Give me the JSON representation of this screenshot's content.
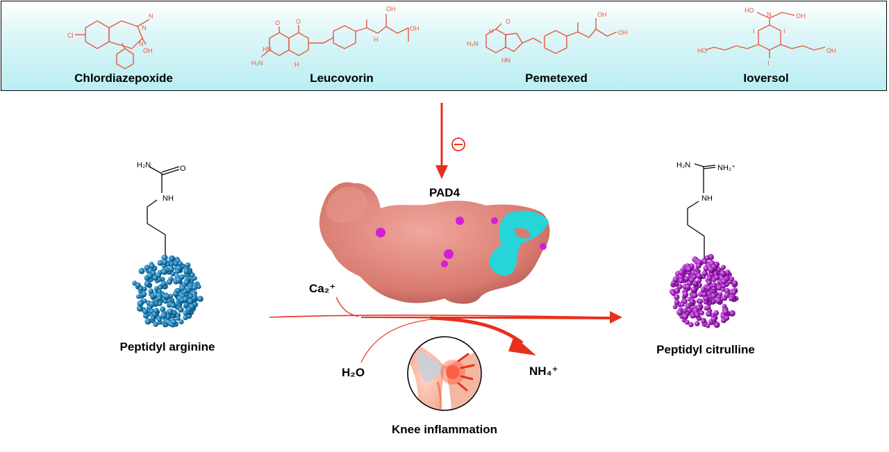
{
  "drugs": [
    {
      "name": "Chlordiazepoxide"
    },
    {
      "name": "Leucovorin"
    },
    {
      "name": "Pemetexed"
    },
    {
      "name": "Ioversol"
    }
  ],
  "enzyme": {
    "label": "PAD4",
    "inhibition_symbol": "⊖"
  },
  "substrate": {
    "label": "Peptidyl arginine",
    "color": "#1a7fb5",
    "groups": {
      "h2n": "H₂N",
      "o": "O",
      "nh": "NH"
    }
  },
  "product": {
    "label": "Peptidyl citrulline",
    "color": "#a21fbf",
    "groups": {
      "h2n": "H₂N",
      "nh2plus": "NH₂⁺",
      "nh": "NH"
    }
  },
  "reaction": {
    "cofactor": "Ca₂⁺",
    "reactant": "H₂O",
    "byproduct": "NH₄⁺"
  },
  "disease": {
    "label": "Knee inflammation"
  },
  "colors": {
    "arrow": "#e8301c",
    "drug_structure": "#e8563c",
    "protein": "#d97a70",
    "site_magenta": "#d21fd6",
    "site_cyan": "#27d4d8"
  }
}
